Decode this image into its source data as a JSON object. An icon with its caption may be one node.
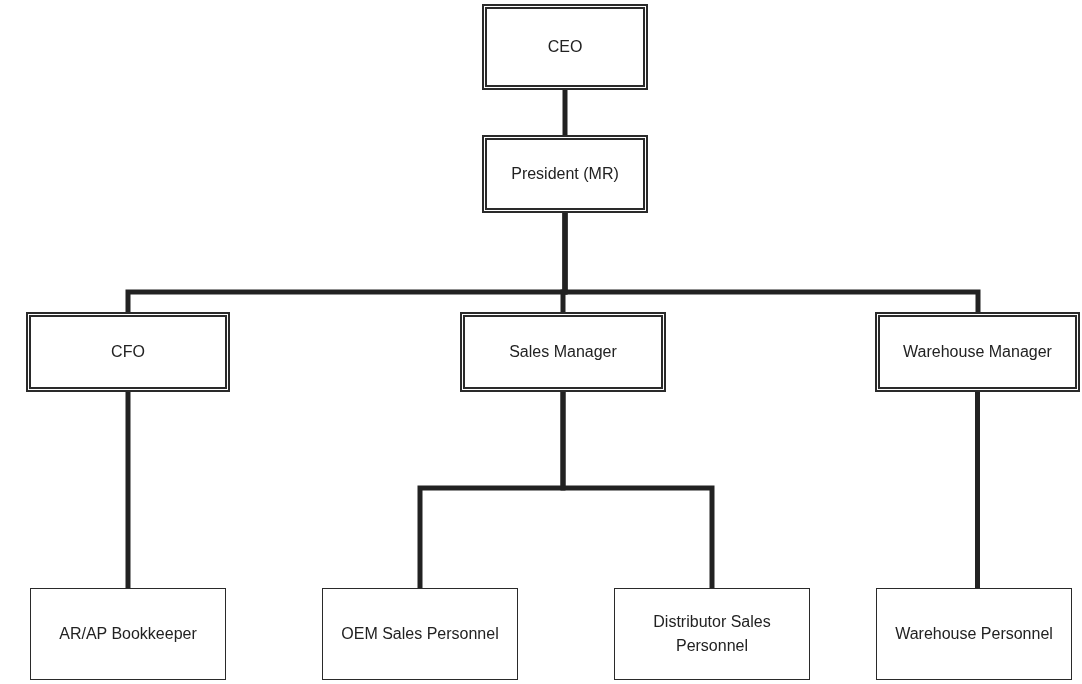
{
  "diagram": {
    "nodes": [
      {
        "text": [
          "CEO"
        ]
      },
      {
        "text": [
          "President (MR)"
        ]
      },
      {
        "text": [
          "CFO"
        ]
      },
      {
        "text": [
          "Sales Manager"
        ]
      },
      {
        "text": [
          "Warehouse Manager"
        ]
      },
      {
        "text": [
          "AR/AP Bookkeeper"
        ]
      },
      {
        "text": [
          "OEM Sales Personnel"
        ]
      },
      {
        "text": [
          "Distributor Sales Personnel"
        ]
      },
      {
        "text": [
          "Warehouse Personnel"
        ]
      }
    ],
    "edges": [
      {
        "from": 0,
        "to": 1,
        "arrow": "none"
      },
      {
        "from": 1,
        "to": 2,
        "arrow": "none"
      },
      {
        "from": 1,
        "to": 3,
        "arrow": "none"
      },
      {
        "from": 1,
        "to": 4,
        "arrow": "none"
      },
      {
        "from": 2,
        "to": 5,
        "arrow": "none"
      },
      {
        "from": 3,
        "to": 6,
        "arrow": "none"
      },
      {
        "from": 3,
        "to": 7,
        "arrow": "none"
      },
      {
        "from": 4,
        "to": 8,
        "arrow": "none"
      }
    ]
  }
}
